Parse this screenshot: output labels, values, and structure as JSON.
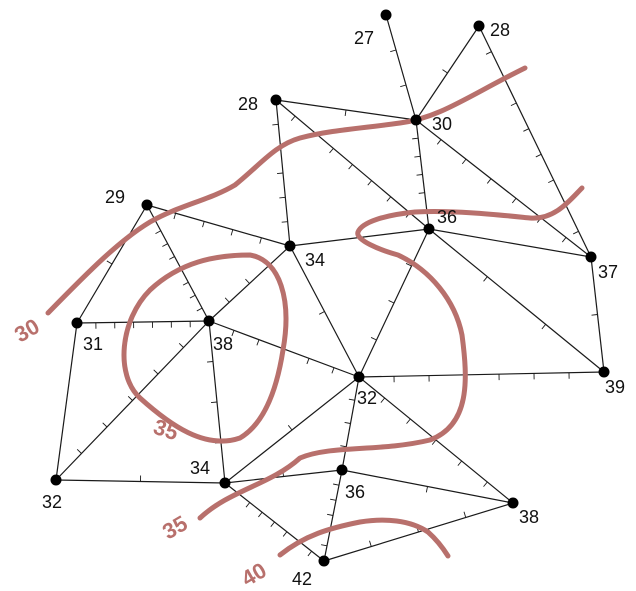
{
  "stations": [
    {
      "id": "s1",
      "value": "27"
    },
    {
      "id": "s2",
      "value": "28"
    },
    {
      "id": "s3",
      "value": "28"
    },
    {
      "id": "s4",
      "value": "30"
    },
    {
      "id": "s5",
      "value": "29"
    },
    {
      "id": "s6",
      "value": "36"
    },
    {
      "id": "s7",
      "value": "34"
    },
    {
      "id": "s8",
      "value": "37"
    },
    {
      "id": "s9",
      "value": "31"
    },
    {
      "id": "s10",
      "value": "38"
    },
    {
      "id": "s11",
      "value": "32"
    },
    {
      "id": "s12",
      "value": "39"
    },
    {
      "id": "s13",
      "value": "36"
    },
    {
      "id": "s14",
      "value": "34"
    },
    {
      "id": "s15",
      "value": "32"
    },
    {
      "id": "s16",
      "value": "38"
    },
    {
      "id": "s17",
      "value": "42"
    }
  ],
  "contour_labels": [
    {
      "id": "c30",
      "text": "30"
    },
    {
      "id": "c35a",
      "text": "35"
    },
    {
      "id": "c35b",
      "text": "35"
    },
    {
      "id": "c40",
      "text": "40"
    }
  ]
}
